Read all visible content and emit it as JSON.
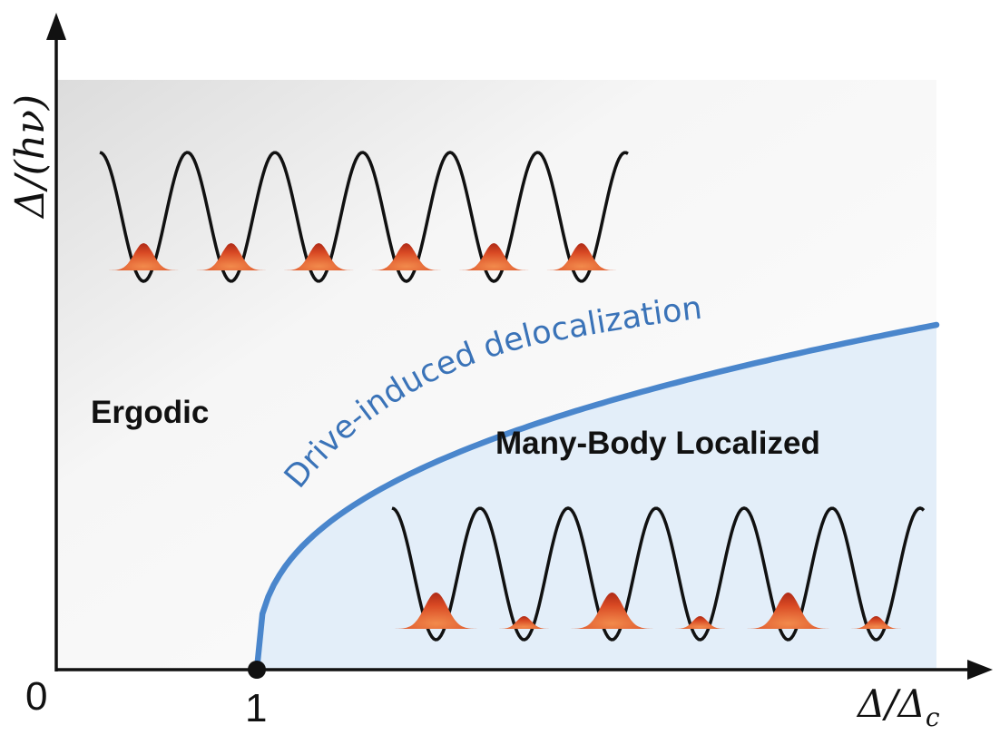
{
  "axes": {
    "y_label": "Δ/(hν)",
    "x_label_main": "Δ/Δ",
    "x_label_sub": "c",
    "origin_tick": "0",
    "critical_tick": "1"
  },
  "regions": {
    "ergodic": "Ergodic",
    "mbl": "Many-Body Localized"
  },
  "boundary": {
    "label": "Drive-induced delocalization"
  },
  "colors": {
    "boundary": "#4a86cc",
    "boundary_label": "#3a73b8",
    "mbl_fill": "#e3eef9",
    "ergodic_fill_light": "#fdfdfd",
    "ergodic_fill_dark": "#dedede",
    "wavepacket_dark": "#c2301a",
    "wavepacket_light": "#f07a45",
    "lattice": "#111111",
    "axis": "#111111"
  },
  "ergodic_lattice": {
    "wavepacket_amplitudes": [
      1,
      1,
      1,
      1,
      1,
      1
    ]
  },
  "mbl_lattice": {
    "wavepacket_amplitudes": [
      1,
      0.35,
      1,
      0.35,
      1,
      0.35
    ]
  }
}
